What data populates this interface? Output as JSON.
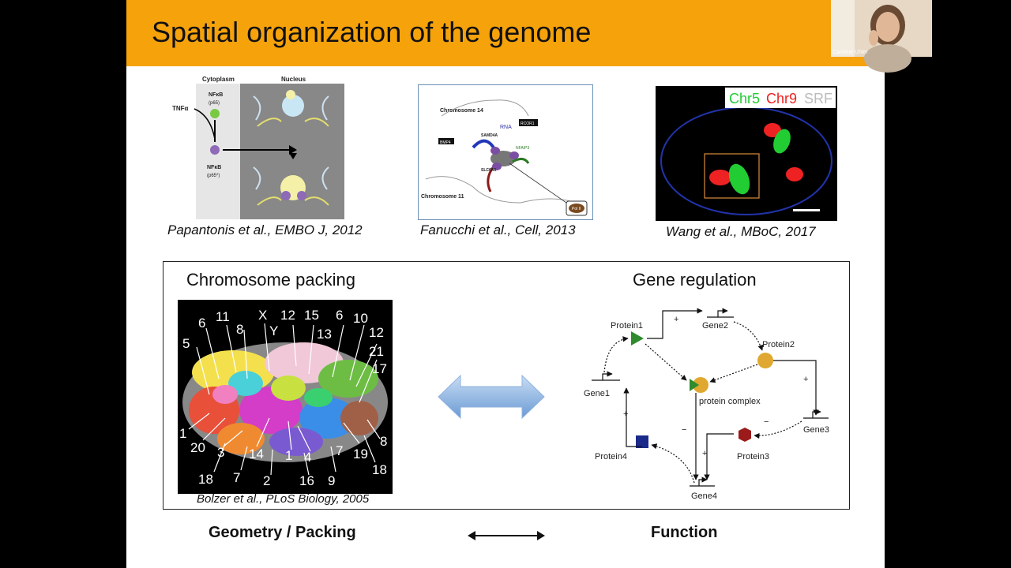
{
  "slide": {
    "title": "Spatial organization of the genome",
    "figure1": {
      "caption": "Papantonis et al., EMBO J, 2012",
      "labels": {
        "cytoplasm": "Cytoplasm",
        "nucleus": "Nucleus",
        "tnf": "TNFα",
        "nfkb1": "NFκB",
        "p65a": "(p65)",
        "nfkb2": "NFκB",
        "p65b": "(p65*)"
      }
    },
    "figure2": {
      "caption": "Fanucchi et al., Cell, 2013",
      "labels": {
        "chr14": "Chromosome 14",
        "chr11": "Chromosome 11",
        "rna": "RNA",
        "rcor1": "RCOR1",
        "bmp4": "BMP4",
        "samd4a": "SAMD4A",
        "nfaip3": "NFAIP3",
        "slc6a5": "SLC6A5",
        "pol2": "Pol II"
      }
    },
    "figure3": {
      "caption": "Wang et al., MBoC, 2017",
      "legend": {
        "chr5": "Chr5",
        "chr9": "Chr9",
        "srf": "SRF"
      },
      "colors": {
        "chr5": "#22cc33",
        "chr9": "#ee2222",
        "srf": "#bbbbbb"
      }
    },
    "box": {
      "left_heading": "Chromosome packing",
      "right_heading": "Gene regulation",
      "packing_caption": "Bolzer et al., PLoS Biology, 2005",
      "chromosome_labels": {
        "top": [
          "6",
          "11",
          "8",
          "X",
          "Y",
          "12",
          "15",
          "13",
          "6",
          "10",
          "12",
          "21",
          "17"
        ],
        "left": [
          "5"
        ],
        "bottom": [
          "1",
          "20",
          "3",
          "14",
          "1",
          "4",
          "7",
          "19",
          "8",
          "18",
          "18",
          "7",
          "2",
          "16",
          "9"
        ]
      },
      "network": {
        "protein1": "Protein1",
        "protein2": "Protein2",
        "protein3": "Protein3",
        "protein4": "Protein4",
        "gene1": "Gene1",
        "gene2": "Gene2",
        "gene3": "Gene3",
        "gene4": "Gene4",
        "complex": "protein complex",
        "plus": "+",
        "minus": "−"
      }
    },
    "bottom": {
      "left_label": "Geometry / Packing",
      "right_label": "Function"
    }
  },
  "video": {
    "participant_name": "Caroline Uhler"
  }
}
